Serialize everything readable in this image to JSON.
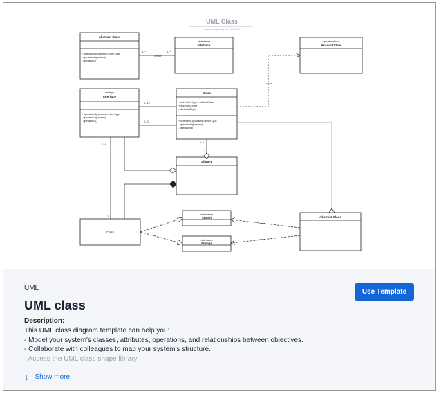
{
  "template": {
    "category": "UML",
    "title": "UML class",
    "use_button": "Use Template",
    "description_label": "Description:",
    "description_lines": [
      "This UML class diagram template can help you:",
      "- Model your system's classes, attributes, operations, and relationships between objectives.",
      "- Collaborate with colleagues to map your system's structure.",
      "- Access the UML class shape library."
    ],
    "show_more": "Show more"
  },
  "preview": {
    "title": "UML Class",
    "subtitle": "Sample Template | Date 00, 0000",
    "abstract_class": {
      "name": "Abstract Class",
      "ops": [
        "+ operation1(params):returnType",
        "- operation2(params)",
        "- operation3()"
      ]
    },
    "interface_top": {
      "stereotype": "«interface»",
      "name": "Interface"
    },
    "enumeration": {
      "stereotype": "«enumeration»",
      "name": "AccountState"
    },
    "entity_interface": {
      "stereotype": "«entity»",
      "name": "Interface",
      "ops": [
        "+ operation1(params):returnType",
        "- operation2(params)",
        "- operation3()"
      ]
    },
    "class_main": {
      "name": "Class",
      "attrs": [
        "+ attribute1:type = defaultValue",
        "+ attribute2:type",
        "- attribute3:type"
      ],
      "ops": [
        "+ operation1(params):returnType",
        "- operation2(params)",
        "- operation3()"
      ]
    },
    "library": {
      "name": "Library"
    },
    "class_bottom": {
      "name": "Class"
    },
    "search": {
      "stereotype": "«interface»",
      "name": "Search"
    },
    "manage": {
      "stereotype": "«interface»",
      "name": "Manage"
    },
    "abstract_class_right": {
      "name": "Abstract Class"
    },
    "labels": {
      "writes": "Wrote",
      "mult_1": "1..*",
      "mult_2": "1..*",
      "mult_012": "0..12",
      "mult_03": "0..3",
      "mult_0star": "0..*",
      "mult_0star2": "0..*",
      "mult_1b": "1",
      "mult_1c": "1",
      "uses": "uses",
      "uses2": "uses",
      "uses3": "uses"
    }
  }
}
